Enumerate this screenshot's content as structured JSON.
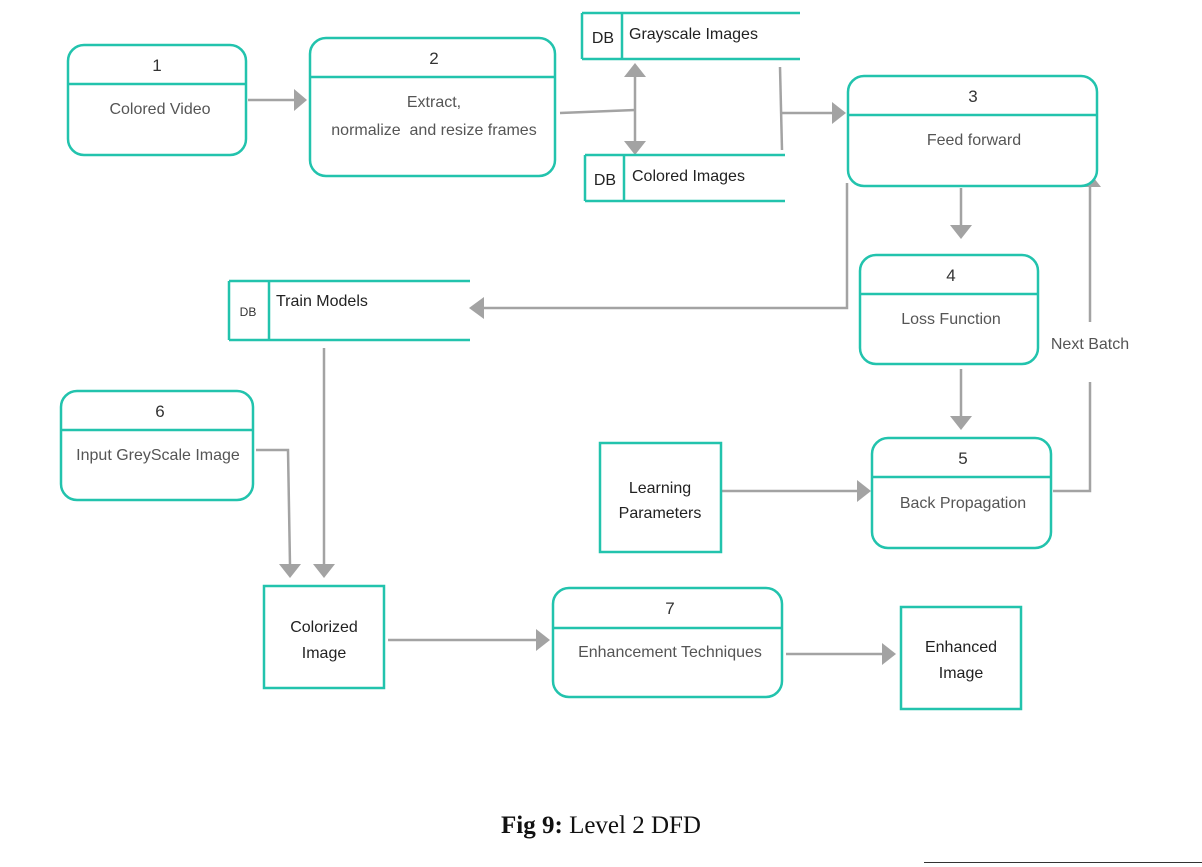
{
  "diagram": {
    "processes": {
      "p1": {
        "number": "1",
        "label": "Colored Video"
      },
      "p2": {
        "number": "2",
        "label_line1": "Extract,",
        "label_line2": "normalize  and resize frames"
      },
      "p3": {
        "number": "3",
        "label": "Feed forward"
      },
      "p4": {
        "number": "4",
        "label": "Loss Function"
      },
      "p5": {
        "number": "5",
        "label": "Back Propagation"
      },
      "p6": {
        "number": "6",
        "label": "Input GreyScale Image"
      },
      "p7": {
        "number": "7",
        "label": "Enhancement Techniques"
      }
    },
    "stores": {
      "grayscale": {
        "tag": "DB",
        "label": "Grayscale Images"
      },
      "colored": {
        "tag": "DB",
        "label": "Colored Images"
      },
      "train": {
        "tag": "DB",
        "label": "Train Models"
      }
    },
    "entities": {
      "learning": {
        "line1": "Learning",
        "line2": "Parameters"
      },
      "colorized": {
        "line1": "Colorized",
        "line2": "Image"
      },
      "enhanced": {
        "line1": "Enhanced",
        "line2": "Image"
      }
    },
    "flow_labels": {
      "next_batch": "Next Batch"
    }
  },
  "caption": {
    "prefix": "Fig 9:",
    "text": "Level 2 DFD"
  },
  "colors": {
    "box_stroke": "#22c3ad",
    "arrow": "#a3a3a3"
  }
}
